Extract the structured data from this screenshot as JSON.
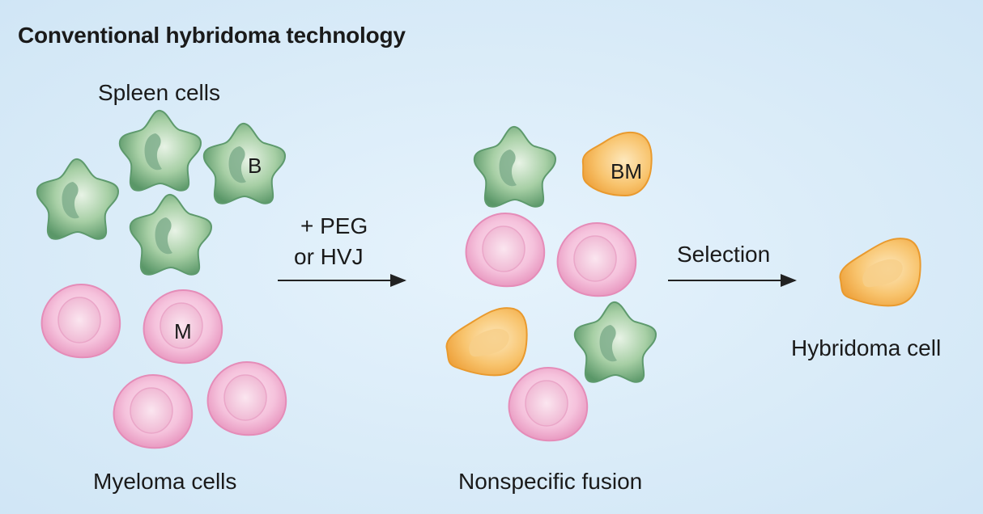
{
  "title": "Conventional hybridoma technology",
  "labels": {
    "spleen": "Spleen cells",
    "myeloma": "Myeloma cells",
    "reagent_line1": "+ PEG",
    "reagent_line2": "or HVJ",
    "nonspecific": "Nonspecific fusion",
    "selection": "Selection",
    "hybridoma": "Hybridoma cell"
  },
  "cell_letters": {
    "b_cell": "B",
    "myeloma_cell": "M",
    "fused_cell": "BM"
  },
  "colors": {
    "background": "#dbeefa",
    "b_cell": "#6aa67c",
    "myeloma": "#f0aacb",
    "hybrid": "#f2b04e"
  }
}
